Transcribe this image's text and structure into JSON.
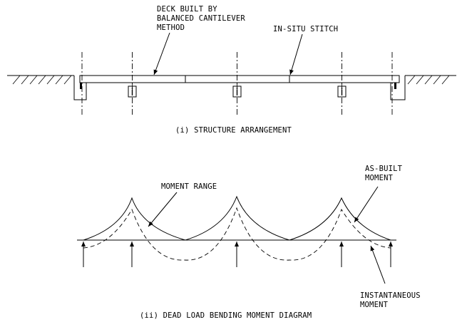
{
  "labels": {
    "deck_line1": "DECK BUILT BY",
    "deck_line2": "BALANCED CANTILEVER",
    "deck_line3": "METHOD",
    "stitch": "IN-SITU STITCH",
    "caption1": "(i) STRUCTURE ARRANGEMENT",
    "moment_range": "MOMENT RANGE",
    "as_built_line1": "AS-BUILT",
    "as_built_line2": "MOMENT",
    "inst_line1": "INSTANTANEOUS",
    "inst_line2": "MOMENT",
    "caption2": "(ii) DEAD LOAD BENDING MOMENT DIAGRAM"
  }
}
